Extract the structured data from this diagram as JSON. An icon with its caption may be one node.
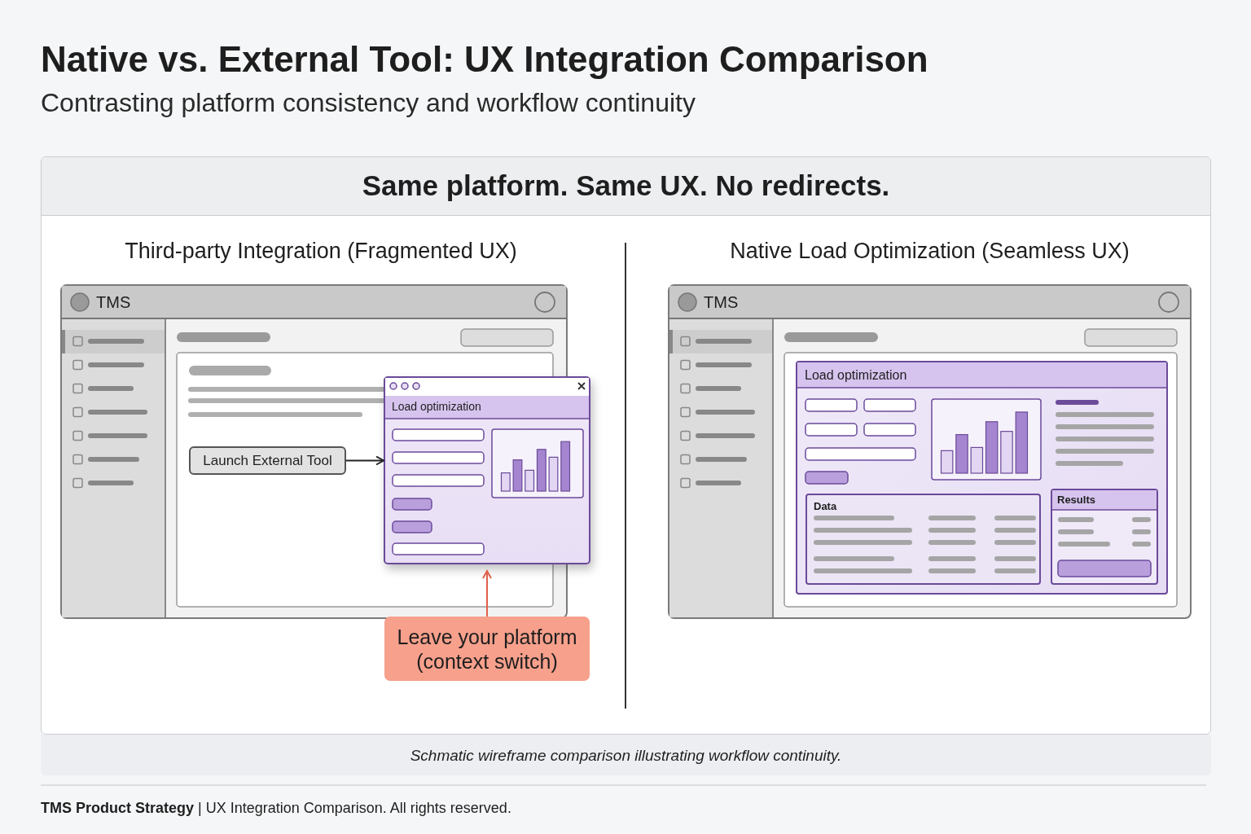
{
  "diagram": {
    "title": "Native vs. External Tool: UX Integration Comparison",
    "caption": "Schmatic wireframe comparison illustrating workflow continuity.",
    "nodes": [
      {
        "text": [
          "TMS"
        ]
      },
      {
        "text": [
          "Launch External Tool"
        ],
        "in": 0
      },
      {
        "text": [
          "Load optimization"
        ]
      },
      {
        "text": [
          "Leave your platform (context switch)"
        ]
      },
      {
        "text": [
          "TMS"
        ]
      },
      {
        "text": [
          "Load optimization"
        ],
        "in": 4
      },
      {
        "text": [
          "Data"
        ],
        "in": 5
      },
      {
        "text": [
          "Results"
        ],
        "in": 5
      }
    ],
    "edges": [
      {
        "from": 1,
        "to": 2,
        "arrow": "to"
      },
      {
        "from": 3,
        "to": 2,
        "arrow": "to",
        "color": "#e0604c"
      }
    ],
    "labels": [
      "Contrasting platform consistency and workflow continuity",
      "Same platform. Same UX. No redirects.",
      "Third-party Integration (Fragmented UX)",
      "Native Load Optimization (Seamless UX)",
      "**TMS Product Strategy** | UX Integration Comparison. All rights reserved."
    ]
  }
}
